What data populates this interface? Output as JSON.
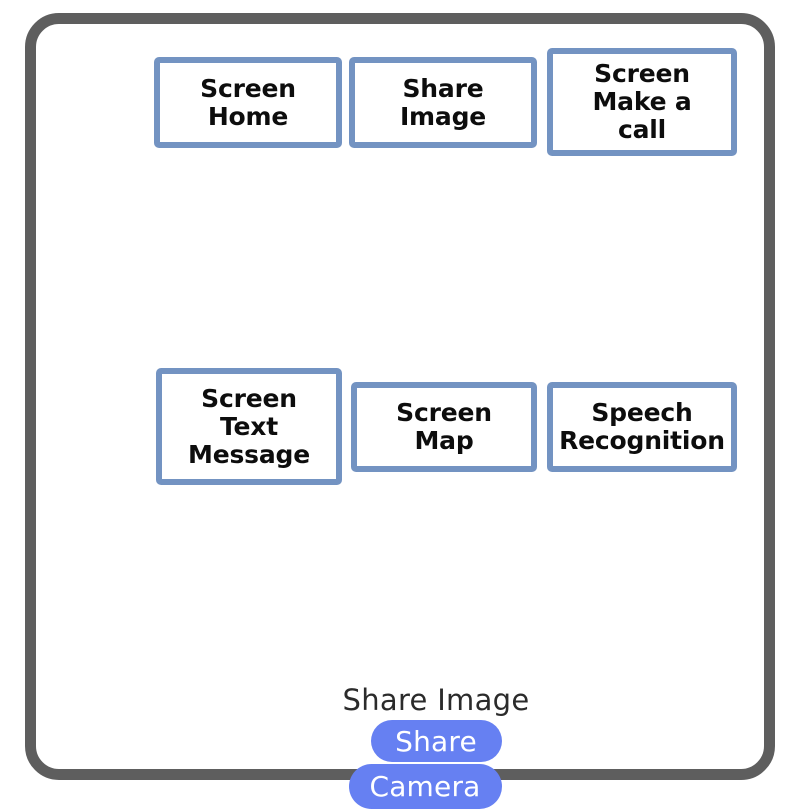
{
  "device": {
    "frame_color": "#5e5e5e",
    "background": "#ffffff"
  },
  "diagram": {
    "node_border_color": "#7393c2",
    "node_fill_color": "#ffffff",
    "node_text_color": "#0d0d0d",
    "rows": [
      {
        "row": 1,
        "nodes": [
          {
            "id": "screen-home",
            "label": "Screen\nHome"
          },
          {
            "id": "share-image",
            "label": "Share\nImage"
          },
          {
            "id": "screen-make-call",
            "label": "Screen\nMake a\ncall"
          }
        ]
      },
      {
        "row": 2,
        "nodes": [
          {
            "id": "screen-text-message",
            "label": "Screen\nText\nMessage"
          },
          {
            "id": "screen-map",
            "label": "Screen\nMap"
          },
          {
            "id": "speech-recognition",
            "label": "Speech\nRecognition"
          }
        ]
      }
    ]
  },
  "share_sheet": {
    "title": "Share Image",
    "accent_color": "#6680f2",
    "options": [
      {
        "id": "share",
        "label": "Share"
      },
      {
        "id": "camera",
        "label": "Camera"
      }
    ]
  }
}
